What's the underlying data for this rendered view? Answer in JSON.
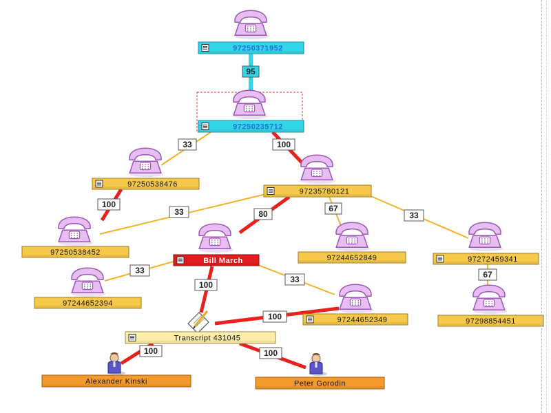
{
  "colors": {
    "cyan_edge": "#33d6e8",
    "red_edge": "#e8201e",
    "orange_edge": "#f4b22a",
    "cyan_node": "#33d6e8",
    "yellow_node": "#f7c94a",
    "yellow_dark": "#e0a52a",
    "pale_node": "#fbeeaa",
    "orange_node": "#f59a2c",
    "red_node": "#e21c1c",
    "phone_fill": "#e8bdf2",
    "phone_stroke": "#9b57b8"
  },
  "nodes": [
    {
      "id": "n1",
      "label": "97250371952",
      "style": "cyan",
      "collapse": true,
      "icon": "phone-icon"
    },
    {
      "id": "n2",
      "label": "97250235712",
      "style": "cyan",
      "collapse": true,
      "icon": "phone-icon",
      "selected": true
    },
    {
      "id": "n3",
      "label": "97250538476",
      "style": "yellow",
      "collapse": true,
      "icon": "phone-icon"
    },
    {
      "id": "n4",
      "label": "97235780121",
      "style": "yellow",
      "collapse": true,
      "icon": "phone-icon"
    },
    {
      "id": "n5",
      "label": "97250538452",
      "style": "yellow",
      "collapse": false,
      "icon": "phone-icon"
    },
    {
      "id": "n6",
      "label": "Bill March",
      "style": "red",
      "collapse": true,
      "icon": "phone-icon"
    },
    {
      "id": "n7",
      "label": "97244652849",
      "style": "yellow",
      "collapse": false,
      "icon": "phone-icon"
    },
    {
      "id": "n8",
      "label": "97272459341",
      "style": "yellow",
      "collapse": true,
      "icon": "phone-icon"
    },
    {
      "id": "n9",
      "label": "97244652394",
      "style": "yellow",
      "collapse": false,
      "icon": "phone-icon"
    },
    {
      "id": "n10",
      "label": "97244652349",
      "style": "yellow",
      "collapse": true,
      "icon": "phone-icon"
    },
    {
      "id": "n11",
      "label": "97298854451",
      "style": "yellow",
      "collapse": false,
      "icon": "phone-icon"
    },
    {
      "id": "n12",
      "label": "Transcript 431045",
      "style": "pale",
      "collapse": true,
      "icon": "document-icon"
    },
    {
      "id": "n13",
      "label": "Alexander Kinski",
      "style": "orange",
      "collapse": false,
      "icon": "person-icon"
    },
    {
      "id": "n14",
      "label": "Peter Gorodin",
      "style": "orange",
      "collapse": false,
      "icon": "person-icon"
    }
  ],
  "edges": [
    {
      "from": "n1",
      "to": "n2",
      "label": "95",
      "style": "cyan"
    },
    {
      "from": "n2",
      "to": "n3",
      "label": "33",
      "style": "orange"
    },
    {
      "from": "n2",
      "to": "n4",
      "label": "100",
      "style": "red"
    },
    {
      "from": "n3",
      "to": "n5",
      "label": "100",
      "style": "red"
    },
    {
      "from": "n4",
      "to": "n5",
      "label": "33",
      "style": "orange"
    },
    {
      "from": "n4",
      "to": "n6",
      "label": "80",
      "style": "red"
    },
    {
      "from": "n4",
      "to": "n7",
      "label": "67",
      "style": "orange"
    },
    {
      "from": "n4",
      "to": "n8",
      "label": "33",
      "style": "orange"
    },
    {
      "from": "n6",
      "to": "n9",
      "label": "33",
      "style": "orange"
    },
    {
      "from": "n6",
      "to": "n10",
      "label": "33",
      "style": "orange"
    },
    {
      "from": "n8",
      "to": "n11",
      "label": "67",
      "style": "orange"
    },
    {
      "from": "n6",
      "to": "n12",
      "label": "100",
      "style": "red"
    },
    {
      "from": "n10",
      "to": "n12",
      "label": "100",
      "style": "red"
    },
    {
      "from": "n12",
      "to": "n13",
      "label": "100",
      "style": "red"
    },
    {
      "from": "n12",
      "to": "n14",
      "label": "100",
      "style": "red"
    }
  ]
}
